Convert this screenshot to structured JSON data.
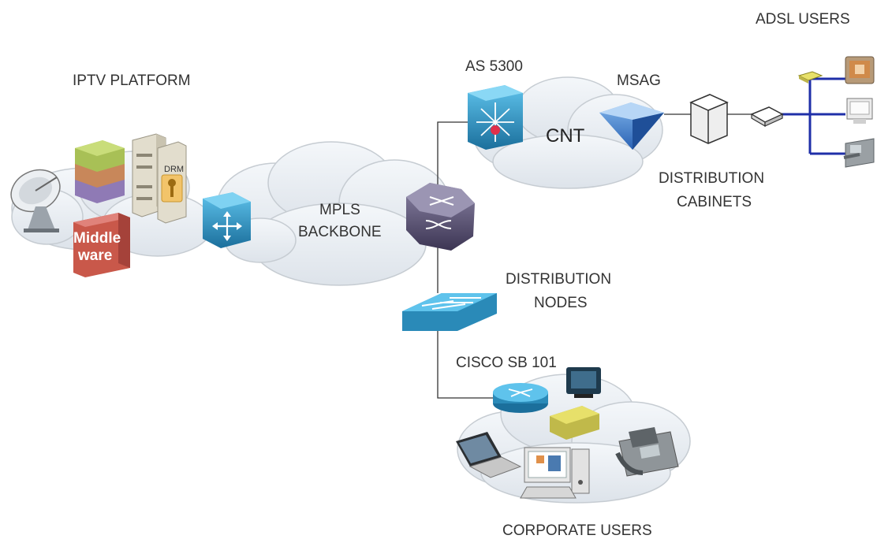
{
  "labels": {
    "iptv_platform": "IPTV PLATFORM",
    "as5300": "AS 5300",
    "msag": "MSAG",
    "adsl_users": "ADSL USERS",
    "cnt": "CNT",
    "mpls_line1": "MPLS",
    "mpls_line2": "BACKBONE",
    "dist_cab_line1": "DISTRIBUTION",
    "dist_cab_line2": "CABINETS",
    "dist_nodes_line1": "DISTRIBUTION",
    "dist_nodes_line2": "NODES",
    "cisco": "CISCO SB 101",
    "corporate_users": "CORPORATE USERS",
    "drm": "DRM",
    "middleware_line1": "Middle",
    "middleware_line2": "ware"
  },
  "colors": {
    "cloud_fill": "#e9eef3",
    "cloud_stroke": "#c6ccd2",
    "link_line": "#333333",
    "adsl_link": "#1f2fa8",
    "router_blue": "#2a8ab8",
    "switch_purple": "#5c5476",
    "middleware_red": "#c9584a"
  },
  "icons": [
    "satellite-dish-icon",
    "storage-stack-icon",
    "server-icon",
    "drm-key-icon",
    "middleware-box-icon",
    "layer3-switch-icon",
    "core-router-icon",
    "multilayer-switch-icon",
    "msag-icon",
    "distribution-cabinet-icon",
    "adsl-modem-icon",
    "workgroup-switch-icon",
    "router-icon",
    "laptop-icon",
    "desktop-pc-icon",
    "ip-phone-icon",
    "tv-icon",
    "set-top-box-icon"
  ]
}
